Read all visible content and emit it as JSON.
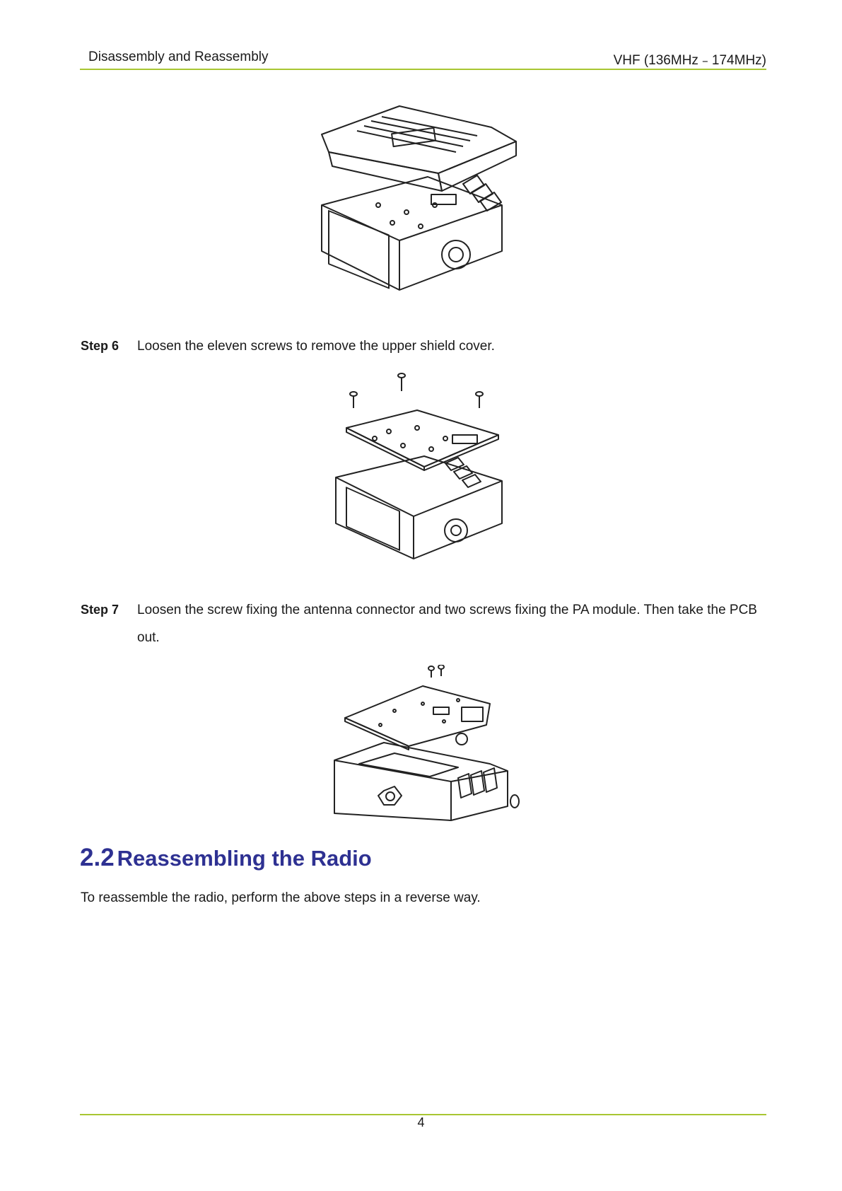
{
  "header": {
    "left": "Disassembly and Reassembly",
    "right": "VHF  (136MHz﹣174MHz)"
  },
  "steps": [
    {
      "label": "Step 6",
      "text": "Loosen the eleven screws to remove the upper shield cover."
    },
    {
      "label": "Step 7",
      "text": "Loosen the screw fixing the antenna connector and two screws fixing the PA module. Then take the PCB out."
    }
  ],
  "section": {
    "number": "2.2",
    "title": "Reassembling the Radio",
    "body": "To reassemble the radio, perform the above steps in a reverse way."
  },
  "footer": {
    "page_number": "4"
  },
  "figures": [
    {
      "id": "fig-1",
      "description_icon": "radio-top-cover-removal-illustration"
    },
    {
      "id": "fig-2",
      "description_icon": "shield-cover-screws-illustration"
    },
    {
      "id": "fig-3",
      "description_icon": "pcb-removal-illustration"
    }
  ],
  "colors": {
    "rule": "#a8c632",
    "heading": "#2e3192"
  }
}
